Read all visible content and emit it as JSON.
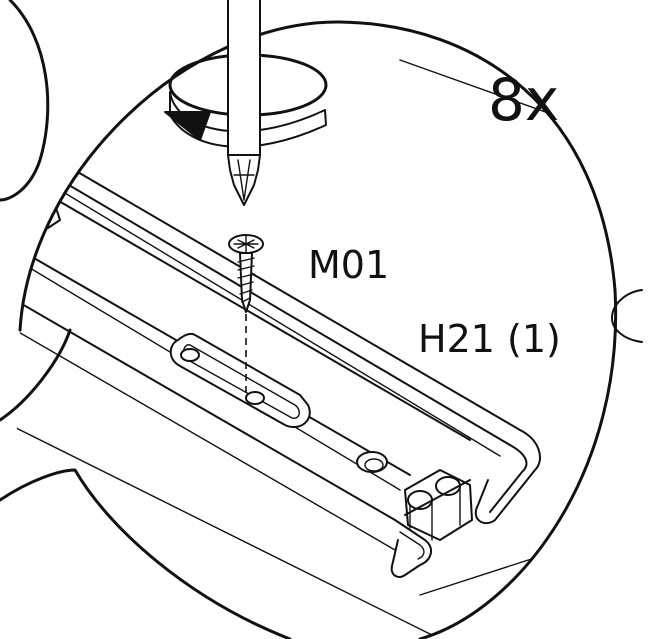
{
  "labels": {
    "count": "8x",
    "screw_code": "M01",
    "part_code": "H21 (1)"
  },
  "colors": {
    "line": "#111111",
    "background": "#ffffff"
  },
  "icons": {
    "tool": "screwdriver-icon",
    "rotation": "rotate-arrow-icon",
    "fastener": "screw-icon"
  }
}
